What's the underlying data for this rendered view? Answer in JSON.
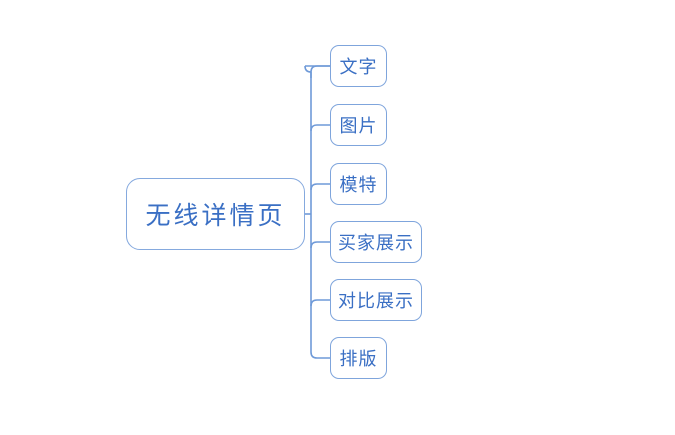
{
  "diagram": {
    "type": "mind-map",
    "background_color": "#ffffff",
    "node_border_color": "#7fa5dc",
    "node_text_color": "#3a6fc4",
    "connector_color": "#6f9ad8",
    "root": {
      "label": "无线详情页"
    },
    "children": [
      {
        "label": "文字"
      },
      {
        "label": "图片"
      },
      {
        "label": "模特"
      },
      {
        "label": "买家展示"
      },
      {
        "label": "对比展示"
      },
      {
        "label": "排版"
      }
    ]
  }
}
